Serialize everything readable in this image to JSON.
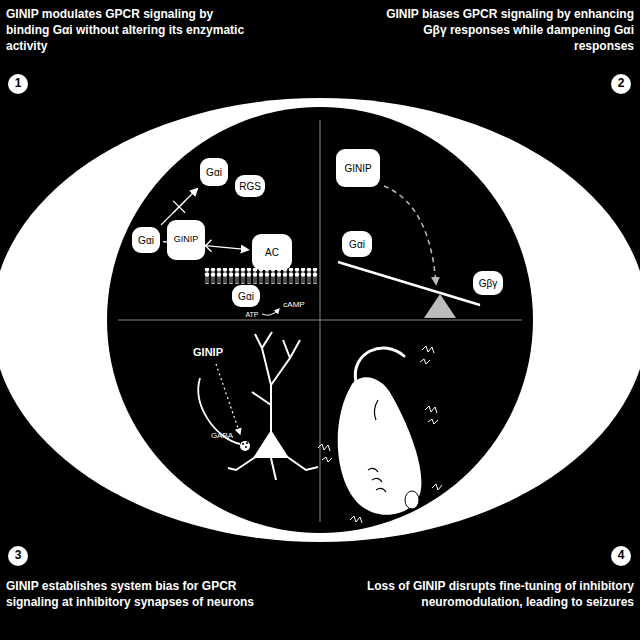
{
  "diagram": {
    "nodes": [
      {
        "text": [
          "1"
        ]
      },
      {
        "text": [
          "2"
        ]
      },
      {
        "text": [
          "Gαi"
        ]
      },
      {
        "text": [
          "RGS"
        ]
      },
      {
        "text": [
          "Gαi"
        ]
      },
      {
        "text": [
          "GINIP"
        ]
      },
      {
        "text": [
          "AC"
        ]
      },
      {
        "text": [
          "Gαi"
        ]
      },
      {
        "text": [
          "GINIP"
        ]
      },
      {
        "text": [
          "Gαi"
        ]
      },
      {
        "text": [
          "Gβγ"
        ]
      },
      {
        "text": [
          "3"
        ]
      },
      {
        "text": [
          "4"
        ]
      }
    ],
    "edges": [
      {
        "from": 4,
        "to": 2,
        "arrow": "to"
      },
      {
        "from": 4,
        "to": 6,
        "arrow": "to"
      }
    ],
    "labels": [
      "GINIP modulates GPCR signaling by binding Gαi without altering its enzymatic activity",
      "GINIP biases GPCR signaling by enhancing Gβγ responses while dampening Gαi responses",
      "ATP",
      "cAMP",
      "GINIP",
      "GABA",
      "GINIP establishes system bias for GPCR signaling at inhibitory synapses of neurons",
      "Loss of GINIP disrupts fine-tuning of inhibitory neuromodulation, leading to seizures"
    ]
  }
}
